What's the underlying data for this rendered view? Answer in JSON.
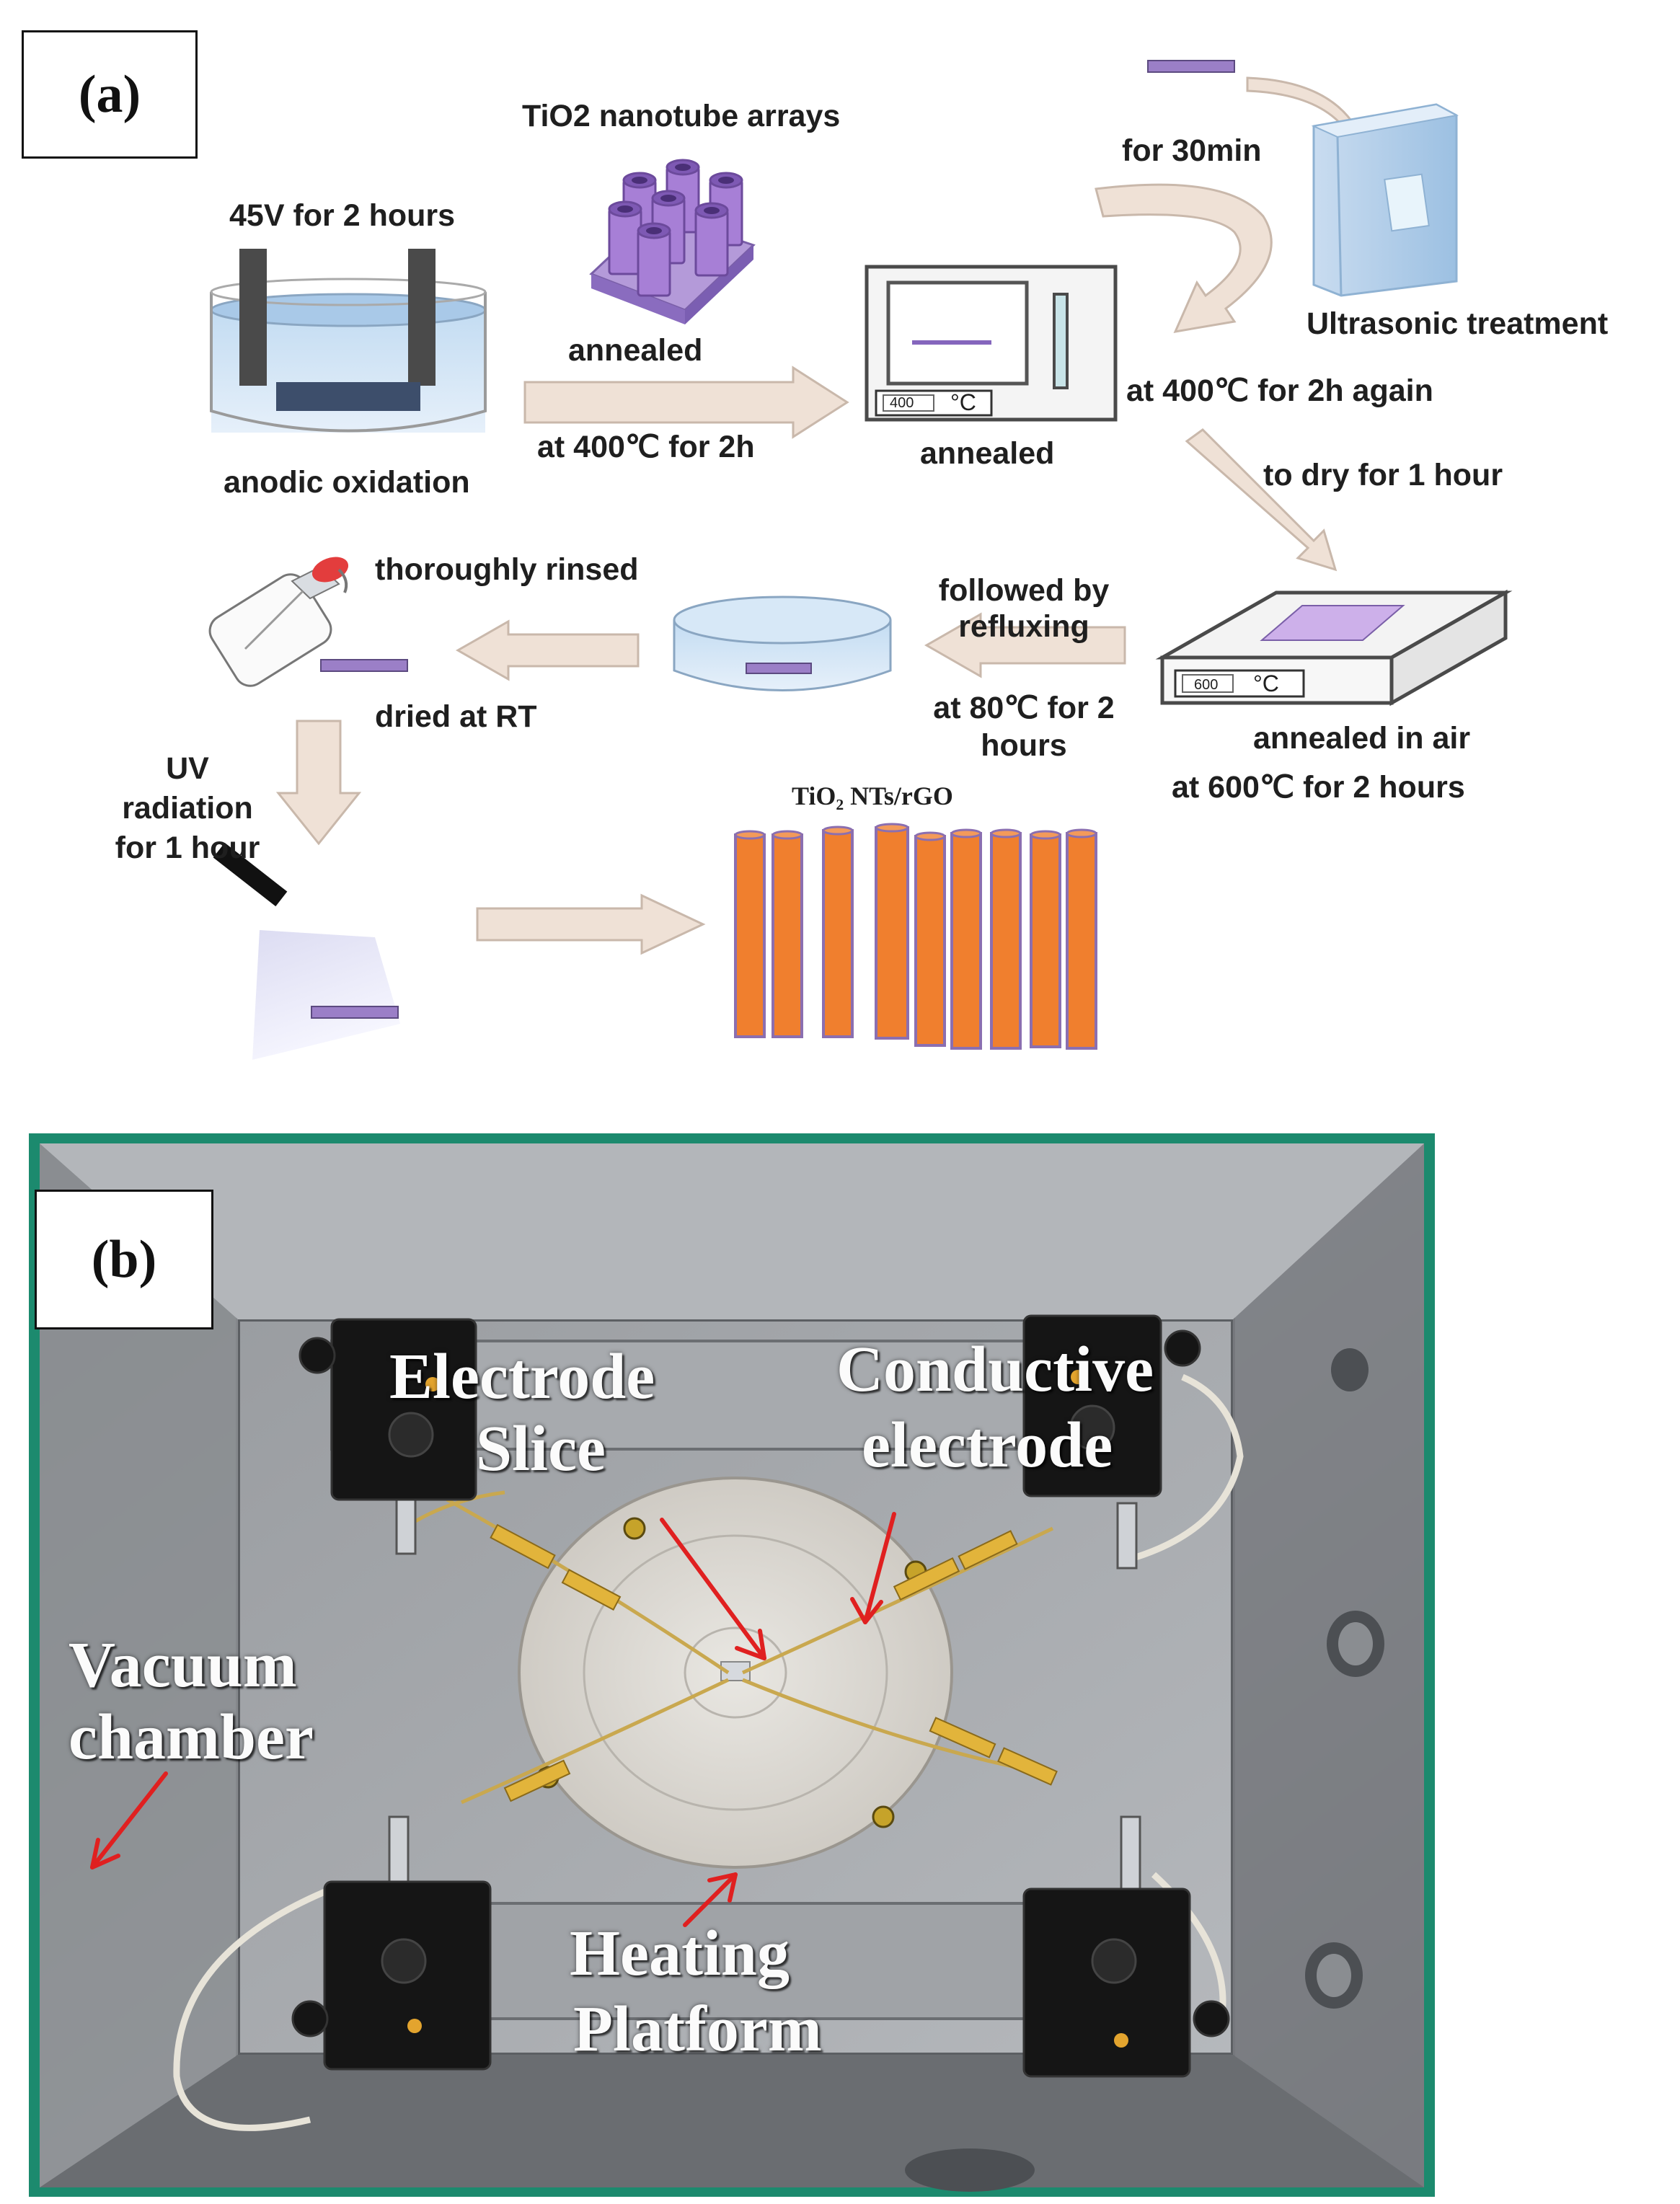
{
  "panel_a": {
    "panel_label": "(a)",
    "labels": {
      "anodization_voltage": "45V for 2 hours",
      "nanotube_arrays": "TiO2 nanotube arrays",
      "annealed_arrow_top": "annealed",
      "annealed_arrow_bottom": "at 400℃ for 2h",
      "anodic_oxidation": "anodic oxidation",
      "furnace_annealed": "annealed",
      "furnace_display_1": "400",
      "furnace_unit_1": "°C",
      "ultrasonic_time": "for 30min",
      "ultrasonic_treatment": "Ultrasonic treatment",
      "reanneal": "at 400℃ for 2h again",
      "dry": "to dry for 1 hour",
      "thoroughly_rinsed": "thoroughly rinsed",
      "dried_rt": "dried at RT",
      "refluxing_line1": "followed by",
      "refluxing_line2": "refluxing",
      "reflux_cond_line1": "at 80℃ for 2",
      "reflux_cond_line2": "hours",
      "furnace_display_2": "600",
      "furnace_unit_2": "°C",
      "annealed_in_air": "annealed in air",
      "air_cond": "at 600℃ for 2 hours",
      "uv_line1": "UV",
      "uv_line2": "radiation",
      "uv_line3": "for 1 hour",
      "product": "TiO₂ NTs/rGO"
    },
    "colors": {
      "arrow_fill": "#efe1d6",
      "arrow_stroke": "#c9b8ab",
      "substrate_purple": "#9b7fc7",
      "nanotube_orange": "#f07f2e",
      "nanotube_outline": "#8b6fb0"
    }
  },
  "panel_b": {
    "panel_label": "(b)",
    "labels": {
      "electrode_slice_line1": "Electrode",
      "electrode_slice_line2": "Slice",
      "conductive_electrode_line1": "Conductive",
      "conductive_electrode_line2": "electrode",
      "vacuum_chamber_line1": "Vacuum",
      "vacuum_chamber_line2": "chamber",
      "heating_platform_line1": "Heating",
      "heating_platform_line2": "Platform"
    },
    "colors": {
      "pointer_arrows": "#e02020",
      "chamber_frame": "#1c8a6e",
      "label_text": "#fbfbfb"
    }
  }
}
